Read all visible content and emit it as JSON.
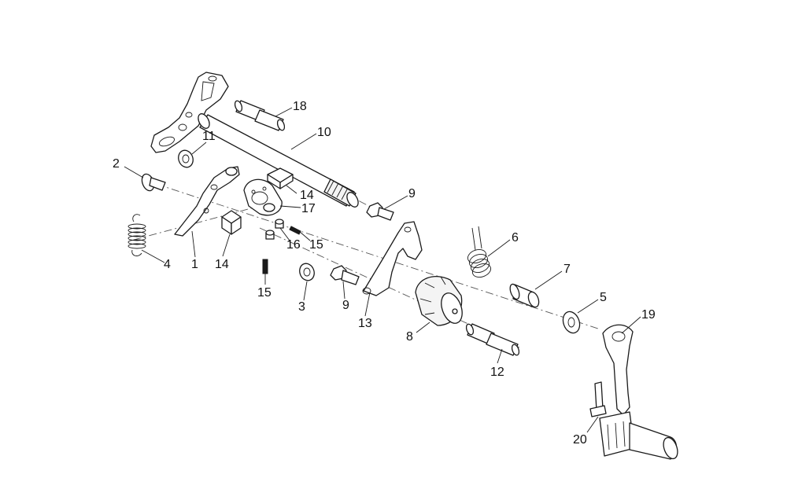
{
  "callouts": {
    "c1": "1",
    "c2": "2",
    "c3": "3",
    "c4": "4",
    "c5": "5",
    "c6": "6",
    "c7": "7",
    "c8": "8",
    "c9a": "9",
    "c9b": "9",
    "c10": "10",
    "c11": "11",
    "c12": "12",
    "c13": "13",
    "c14a": "14",
    "c14b": "14",
    "c15a": "15",
    "c15b": "15",
    "c16": "16",
    "c17": "17",
    "c18": "18",
    "c19": "19",
    "c20": "20"
  }
}
